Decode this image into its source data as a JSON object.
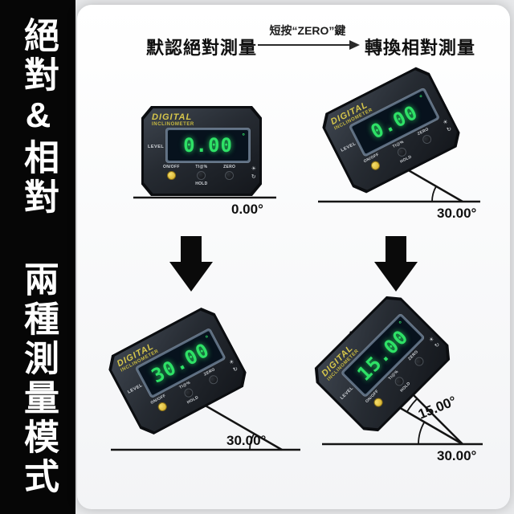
{
  "sidebar": {
    "vertical_text": "絕對&相對 兩種測量模式"
  },
  "header": {
    "left_label": "默認絕對測量",
    "arrow_label": "短按“ZERO”鍵",
    "right_label": "轉換相對測量"
  },
  "device": {
    "brand_top": "DIGITAL",
    "brand_bottom": "INCLINOMETER",
    "level_label": "LEVEL",
    "degree_symbol": "°",
    "buttons": {
      "onoff": "ON/OFF",
      "ti": "TI@%",
      "hold": "HOLD",
      "zero": "ZERO"
    },
    "icons": {
      "backlight": "☀",
      "rotate": "↻"
    }
  },
  "scenes": [
    {
      "name": "default-absolute-flat",
      "reading": "0.00",
      "ground_angle": "0.00°"
    },
    {
      "name": "relative-zeroed-on-slope",
      "reading": "0.00",
      "ground_angle": "30.00°"
    },
    {
      "name": "absolute-on-slope",
      "reading": "30.00",
      "ground_angle": "30.00°"
    },
    {
      "name": "relative-on-slope",
      "reading": "15.00",
      "ground_angle": "30.00°",
      "relative_angle": "15.00°"
    }
  ],
  "colors": {
    "sidebar_bg": "#060606",
    "panel_bg": "#ffffff",
    "lcd_green": "#2ee166",
    "accent_yellow": "#e6c43c",
    "line_black": "#141414"
  }
}
